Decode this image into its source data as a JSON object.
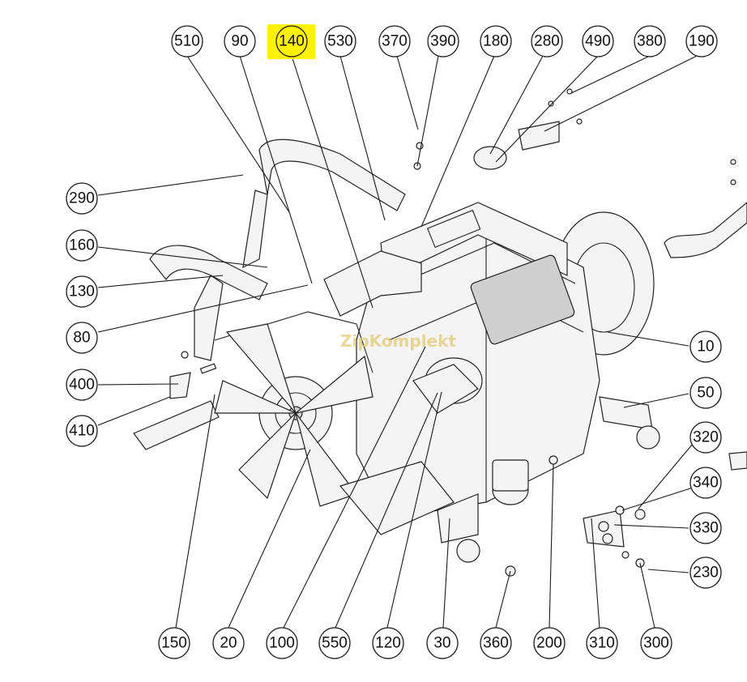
{
  "diagram": {
    "highlight_color": "#fff200",
    "watermark": "ZipKomplekt",
    "callouts_top": [
      "510",
      "90",
      "140",
      "530",
      "370",
      "390",
      "180",
      "280",
      "490",
      "380",
      "190"
    ],
    "callouts_left": [
      "290",
      "160",
      "130",
      "80",
      "400",
      "410"
    ],
    "callouts_right": [
      "10",
      "50",
      "320",
      "340",
      "330",
      "230"
    ],
    "callouts_bottom": [
      "150",
      "20",
      "100",
      "550",
      "120",
      "30",
      "360",
      "200",
      "310",
      "300"
    ],
    "highlighted_callout": "140"
  }
}
